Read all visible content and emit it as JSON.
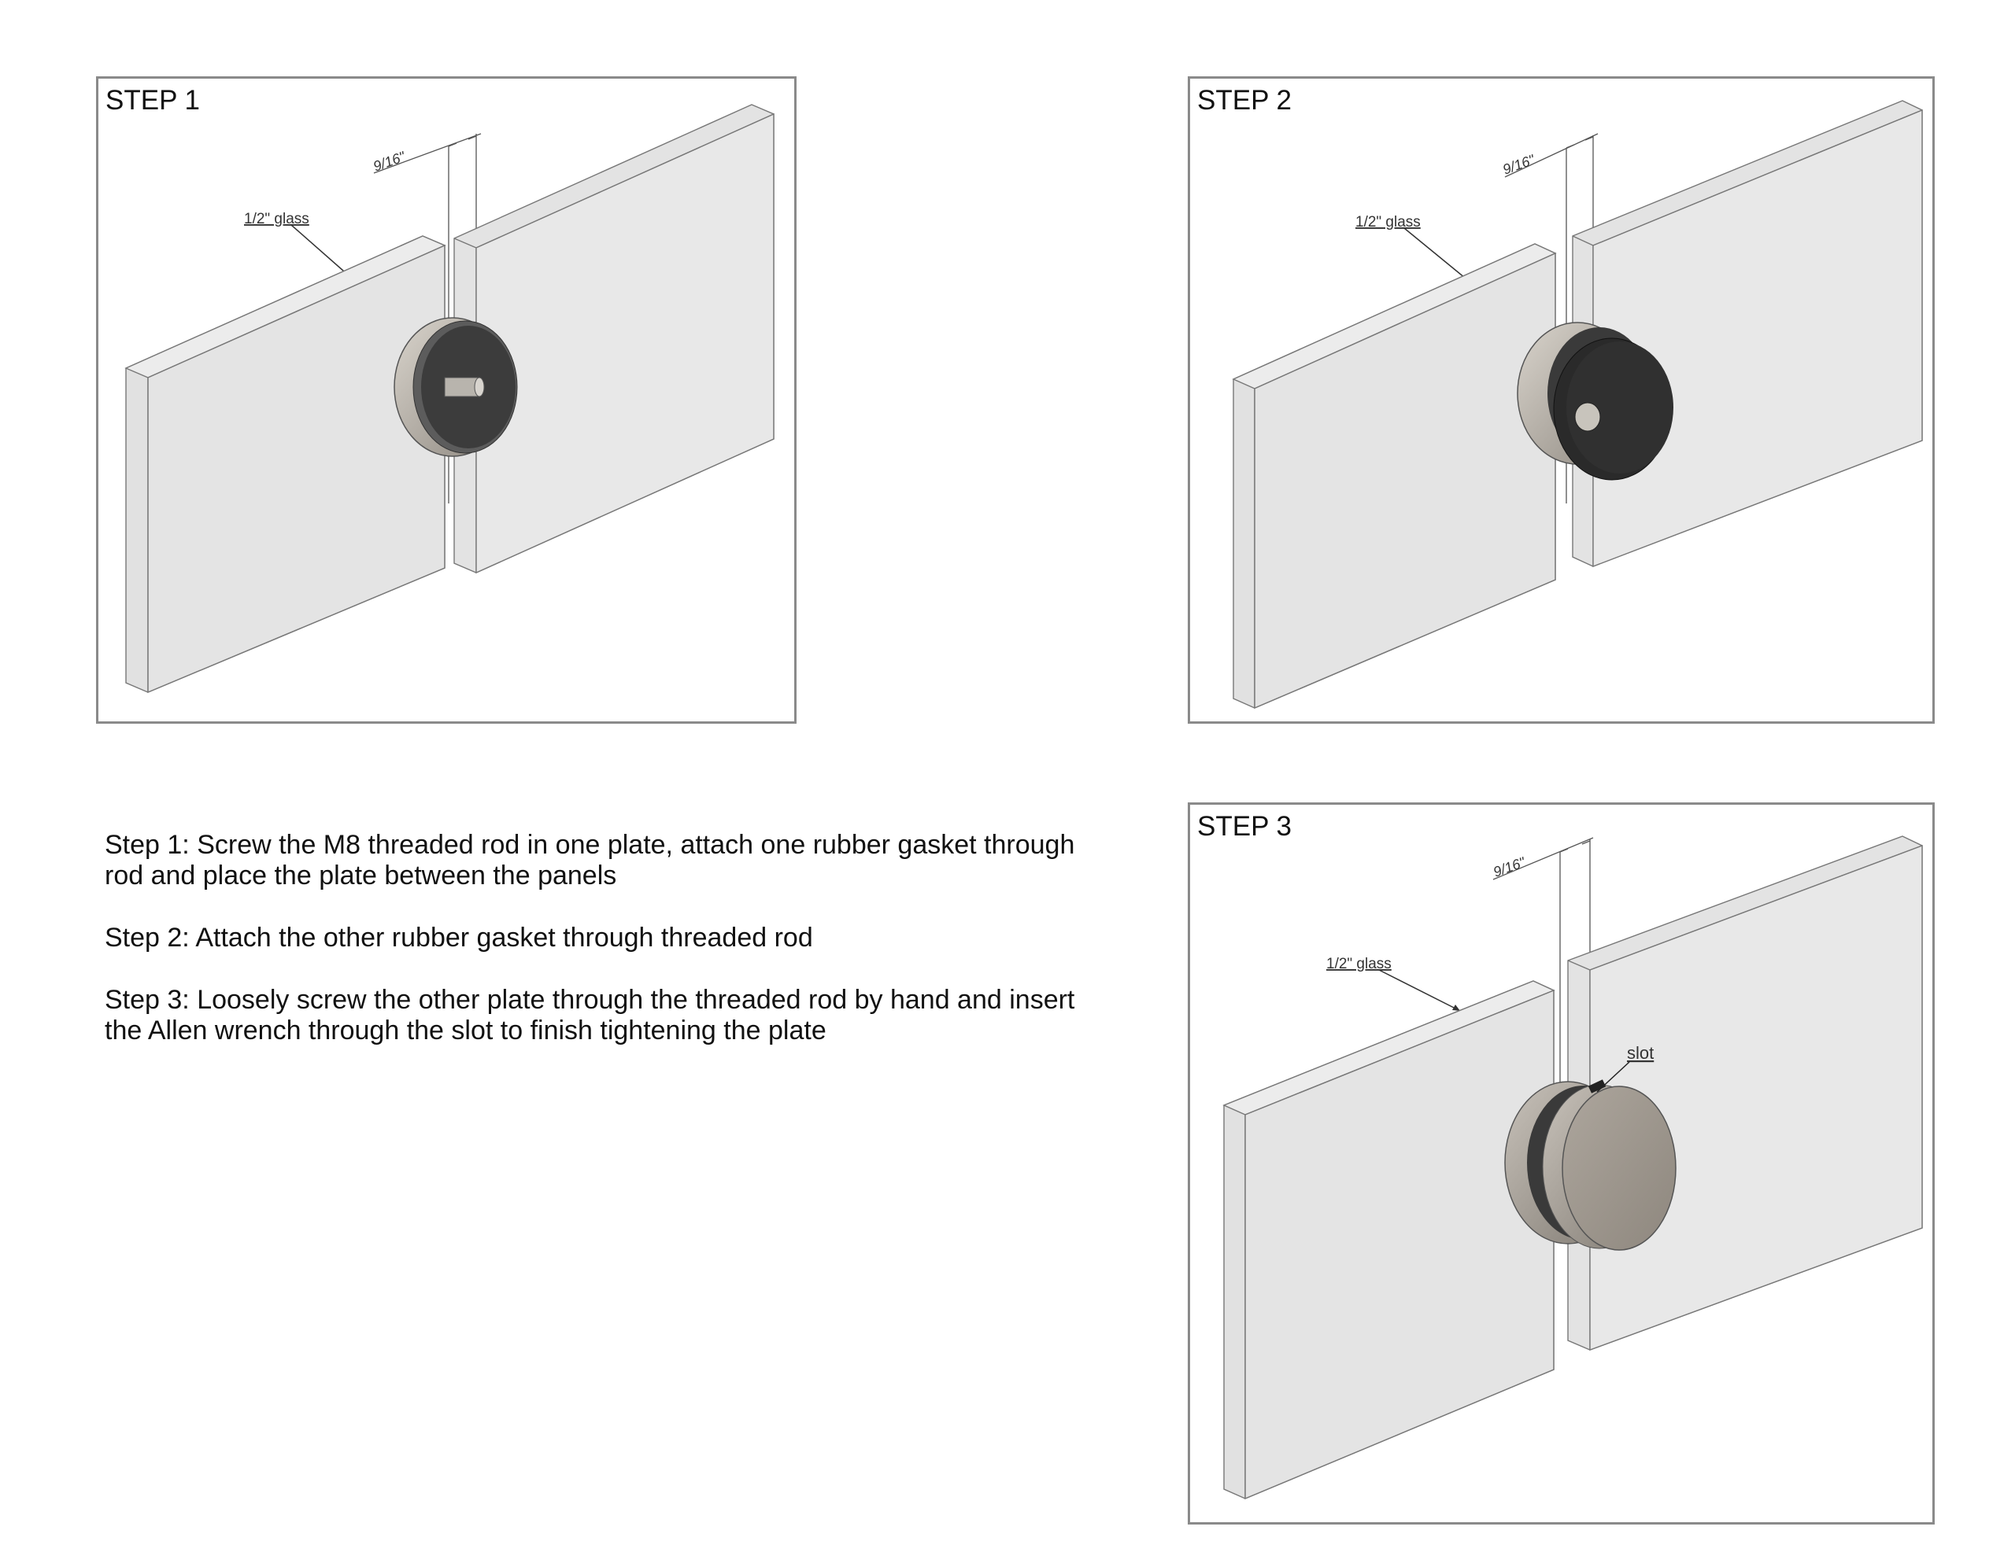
{
  "steps": [
    {
      "title": "STEP 1",
      "glass_label": "1/2\" glass",
      "dimension": "9/16\""
    },
    {
      "title": "STEP 2",
      "glass_label": "1/2\" glass",
      "dimension": "9/16\""
    },
    {
      "title": "STEP 3",
      "glass_label": "1/2\" glass",
      "dimension": "9/16\"",
      "slot_label": "slot"
    }
  ],
  "instructions": [
    "Step 1: Screw the M8 threaded rod in one plate, attach one rubber gasket through rod and place the plate between the panels",
    "Step 2: Attach the  other rubber gasket through threaded rod",
    "Step 3: Loosely screw the other plate through the threaded rod by hand and insert the Allen wrench through the slot to finish tightening the plate"
  ]
}
